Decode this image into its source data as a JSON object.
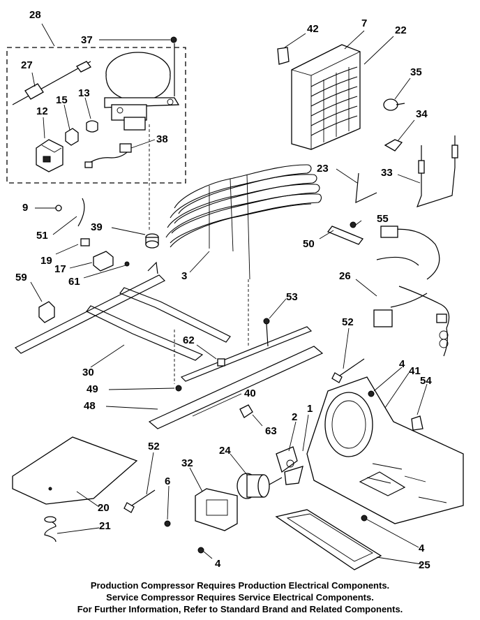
{
  "callouts": {
    "c28": "28",
    "c37": "37",
    "c27": "27",
    "c15": "15",
    "c13": "13",
    "c12": "12",
    "c38": "38",
    "c42": "42",
    "c7": "7",
    "c22": "22",
    "c35": "35",
    "c34": "34",
    "c23": "23",
    "c33": "33",
    "c9": "9",
    "c51": "51",
    "c39": "39",
    "c19": "19",
    "c17": "17",
    "c61": "61",
    "c3": "3",
    "c59": "59",
    "c55": "55",
    "c50": "50",
    "c26": "26",
    "c53": "53",
    "c62": "62",
    "c30": "30",
    "c52a": "52",
    "c4a": "4",
    "c41": "41",
    "c54": "54",
    "c49": "49",
    "c40": "40",
    "c48": "48",
    "c1": "1",
    "c2": "2",
    "c63": "63",
    "c52b": "52",
    "c32": "32",
    "c24": "24",
    "c6": "6",
    "c20": "20",
    "c21": "21",
    "c4b": "4",
    "c4c": "4",
    "c25": "25"
  },
  "footer": {
    "line1": "Production Compressor Requires Production Electrical Components.",
    "line2": "Service Compressor Requires Service Electrical Components.",
    "line3": "For Further Information, Refer to Standard Brand and Related Components."
  }
}
